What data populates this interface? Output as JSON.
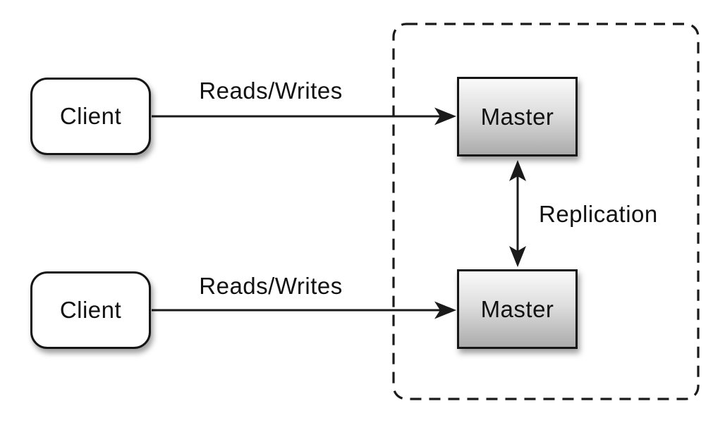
{
  "diagram": {
    "nodes": [
      {
        "id": "client-1",
        "label": "Client",
        "shape": "rounded-rect"
      },
      {
        "id": "client-2",
        "label": "Client",
        "shape": "rounded-rect"
      },
      {
        "id": "master-1",
        "label": "Master",
        "shape": "rect"
      },
      {
        "id": "master-2",
        "label": "Master",
        "shape": "rect"
      }
    ],
    "edges": [
      {
        "id": "client1-to-master1",
        "label": "Reads/Writes",
        "from": "client-1",
        "to": "master-1",
        "arrow": "one-way"
      },
      {
        "id": "client2-to-master2",
        "label": "Reads/Writes",
        "from": "client-2",
        "to": "master-2",
        "arrow": "one-way"
      },
      {
        "id": "master1-to-master2",
        "label": "Replication",
        "from": "master-1",
        "to": "master-2",
        "arrow": "two-way"
      }
    ],
    "boundary": {
      "style": "dashed",
      "contains": [
        "master-1",
        "master-2"
      ]
    },
    "colors": {
      "background": "#ffffff",
      "stroke": "#1a1a1a",
      "text": "#111111",
      "client_fill": "#ffffff",
      "master_fill_top": "#fafafa",
      "master_fill_bottom": "#ababab"
    }
  }
}
